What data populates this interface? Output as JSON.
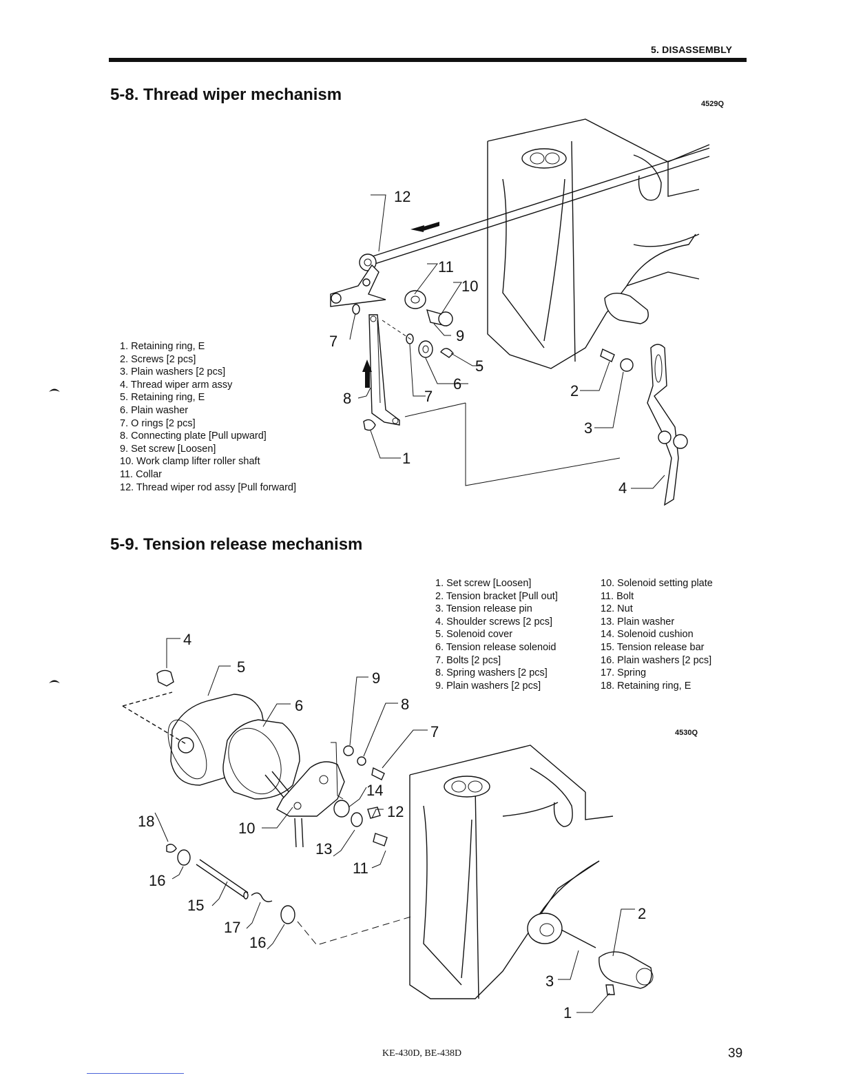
{
  "header": {
    "section_label": "5. DISASSEMBLY"
  },
  "section_58": {
    "title": "5-8. Thread wiper mechanism",
    "figure_code": "4529Q",
    "parts": [
      "1. Retaining ring, E",
      "2. Screws [2 pcs]",
      "3. Plain washers [2 pcs]",
      "4. Thread wiper arm assy",
      "5. Retaining ring, E",
      "6. Plain washer",
      "7. O rings [2 pcs]",
      "8. Connecting plate [Pull upward]",
      "9. Set screw [Loosen]",
      "10. Work clamp lifter roller shaft",
      "11. Collar",
      "12. Thread wiper rod assy [Pull forward]"
    ],
    "callouts": [
      "12",
      "11",
      "10",
      "9",
      "7",
      "5",
      "6",
      "7",
      "8",
      "1",
      "2",
      "3",
      "4"
    ]
  },
  "section_59": {
    "title": "5-9. Tension release mechanism",
    "figure_code": "4530Q",
    "parts_col1": [
      "1. Set screw [Loosen]",
      "2. Tension bracket [Pull out]",
      "3. Tension release pin",
      "4. Shoulder screws [2 pcs]",
      "5. Solenoid cover",
      "6. Tension release solenoid",
      "7. Bolts [2 pcs]",
      "8. Spring washers [2 pcs]",
      "9. Plain washers [2 pcs]"
    ],
    "parts_col2": [
      "10. Solenoid setting plate",
      "11. Bolt",
      "12. Nut",
      "13. Plain washer",
      "14. Solenoid cushion",
      "15. Tension release bar",
      "16. Plain washers [2 pcs]",
      "17. Spring",
      "18. Retaining ring, E"
    ],
    "callouts": [
      "4",
      "5",
      "9",
      "6",
      "8",
      "7",
      "14",
      "12",
      "18",
      "10",
      "13",
      "11",
      "16",
      "15",
      "17",
      "16",
      "2",
      "3",
      "1"
    ]
  },
  "footer": {
    "model": "KE-430D, BE-438D",
    "page_number": "39"
  }
}
